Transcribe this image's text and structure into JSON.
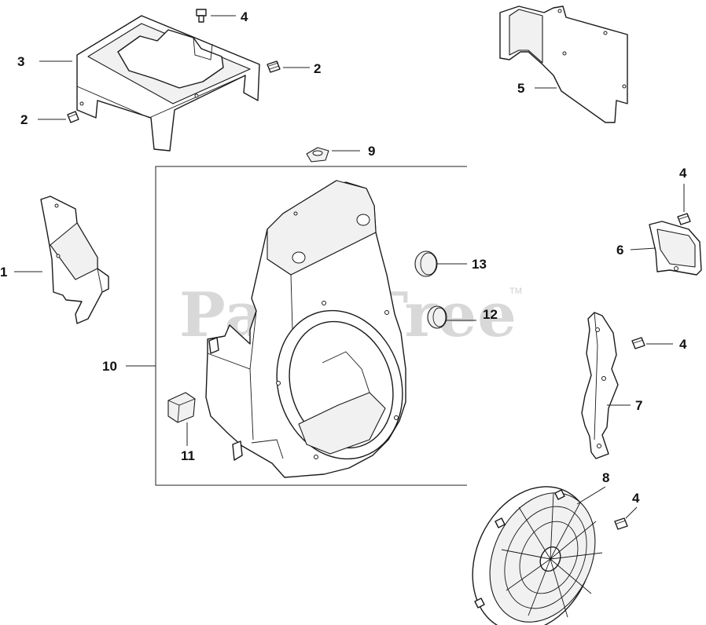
{
  "watermark": {
    "text": "PartsTree",
    "mark": "TM"
  },
  "callouts": {
    "c1": "1",
    "c2a": "2",
    "c2b": "2",
    "c3": "3",
    "c4a": "4",
    "c4b": "4",
    "c4c": "4",
    "c4d": "4",
    "c5": "5",
    "c6": "6",
    "c7": "7",
    "c8": "8",
    "c9": "9",
    "c10": "10",
    "c11": "11",
    "c12": "12",
    "c13": "13"
  }
}
